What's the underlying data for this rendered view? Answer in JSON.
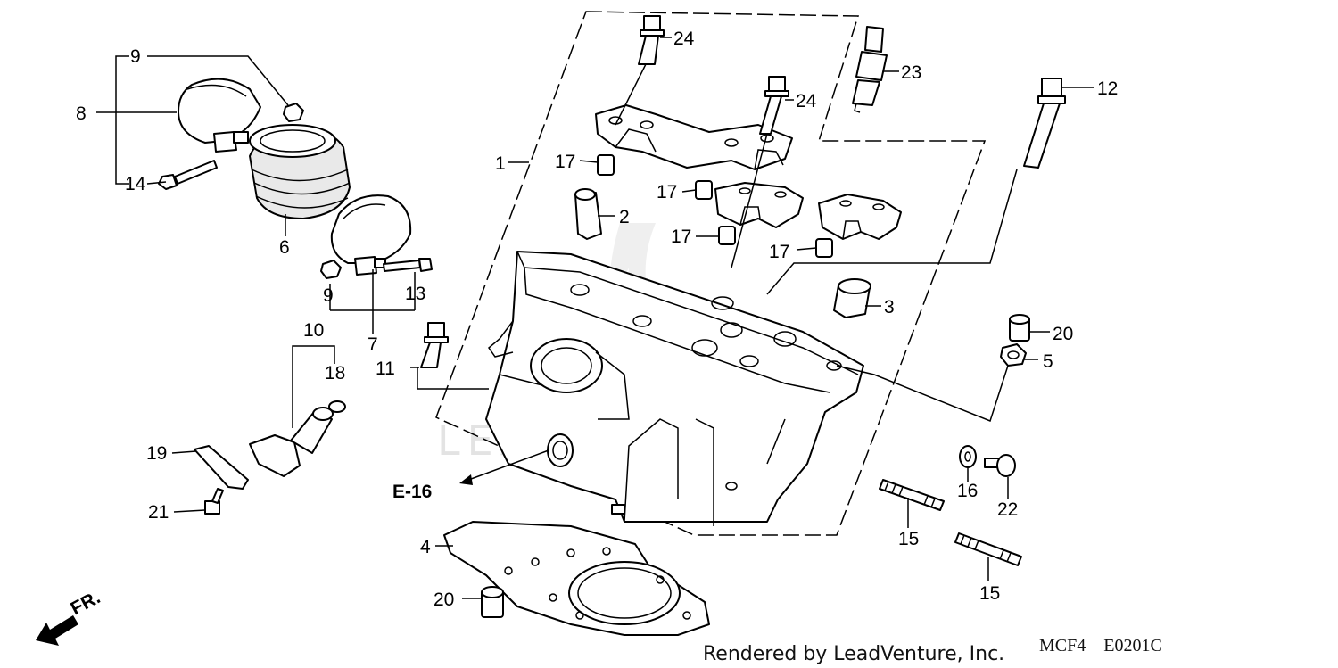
{
  "diagram": {
    "callouts": [
      "1",
      "2",
      "3",
      "4",
      "5",
      "6",
      "7",
      "8",
      "9",
      "9",
      "10",
      "11",
      "12",
      "13",
      "14",
      "15",
      "15",
      "16",
      "17",
      "17",
      "17",
      "17",
      "18",
      "19",
      "20",
      "20",
      "21",
      "22",
      "23",
      "24",
      "24"
    ],
    "reference": "E-16",
    "direction_marker": "FR.",
    "watermark": "LEADVENTURE",
    "credit": "Rendered by LeadVenture, Inc.",
    "diagram_code": "MCF4—E0201C"
  }
}
